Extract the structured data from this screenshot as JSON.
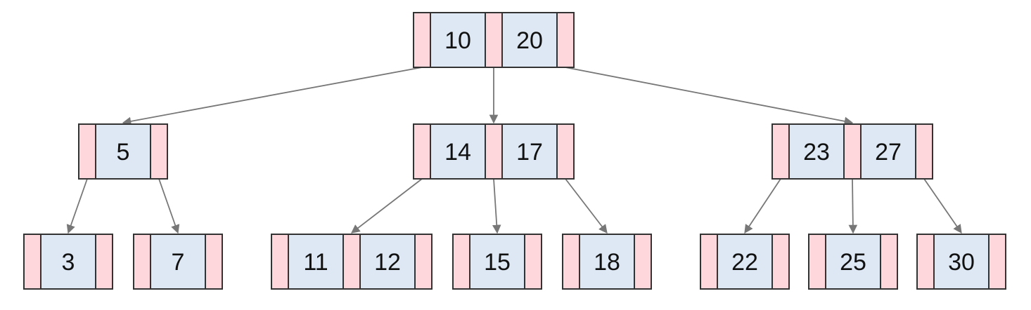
{
  "tree": {
    "root": {
      "keys": [
        "10",
        "20"
      ]
    },
    "level1": [
      {
        "keys": [
          "5"
        ]
      },
      {
        "keys": [
          "14",
          "17"
        ]
      },
      {
        "keys": [
          "23",
          "27"
        ]
      }
    ],
    "leaves": [
      {
        "keys": [
          "3"
        ]
      },
      {
        "keys": [
          "7"
        ]
      },
      {
        "keys": [
          "11",
          "12"
        ]
      },
      {
        "keys": [
          "15"
        ]
      },
      {
        "keys": [
          "18"
        ]
      },
      {
        "keys": [
          "22"
        ]
      },
      {
        "keys": [
          "25"
        ]
      },
      {
        "keys": [
          "30"
        ]
      }
    ]
  },
  "colors": {
    "pointer_fill": "#fdd7dc",
    "key_fill": "#dde8f4",
    "border": "#333333",
    "edge": "#777777"
  }
}
